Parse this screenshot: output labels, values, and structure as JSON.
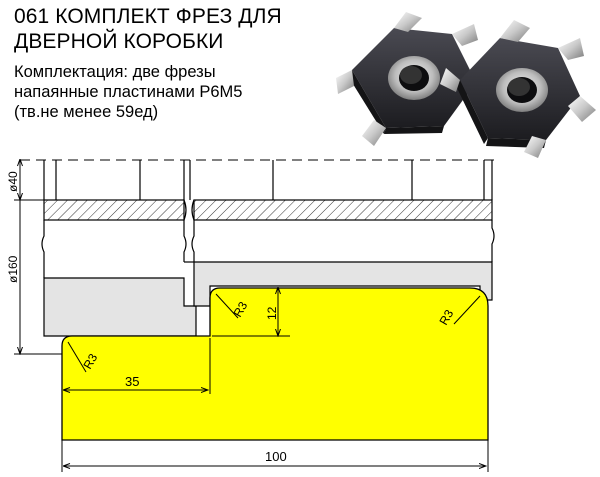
{
  "header": {
    "title_line1": "061 КОМПЛЕКТ ФРЕЗ ДЛЯ",
    "title_line2": "ДВЕРНОЙ КОРОБКИ",
    "desc_line1": "Комплектация: две фрезы",
    "desc_line2": "напаянные пластинами Р6М5",
    "desc_line3": "(тв.не менее 59ед)"
  },
  "dimensions": {
    "bore_diameter": "ø40",
    "outer_diameter": "ø160",
    "step_height": "12",
    "step_width": "35",
    "total_width": "100",
    "radius_left": "R3",
    "radius_step": "R3",
    "radius_right": "R3"
  },
  "colors": {
    "profile_fill": "#FFFF00",
    "body_fill": "#E4E4E4",
    "cutter_metal": "#2a2a2e",
    "line": "#000000"
  },
  "icons": {
    "cutter_photo": "router-cutter-set-photo"
  }
}
